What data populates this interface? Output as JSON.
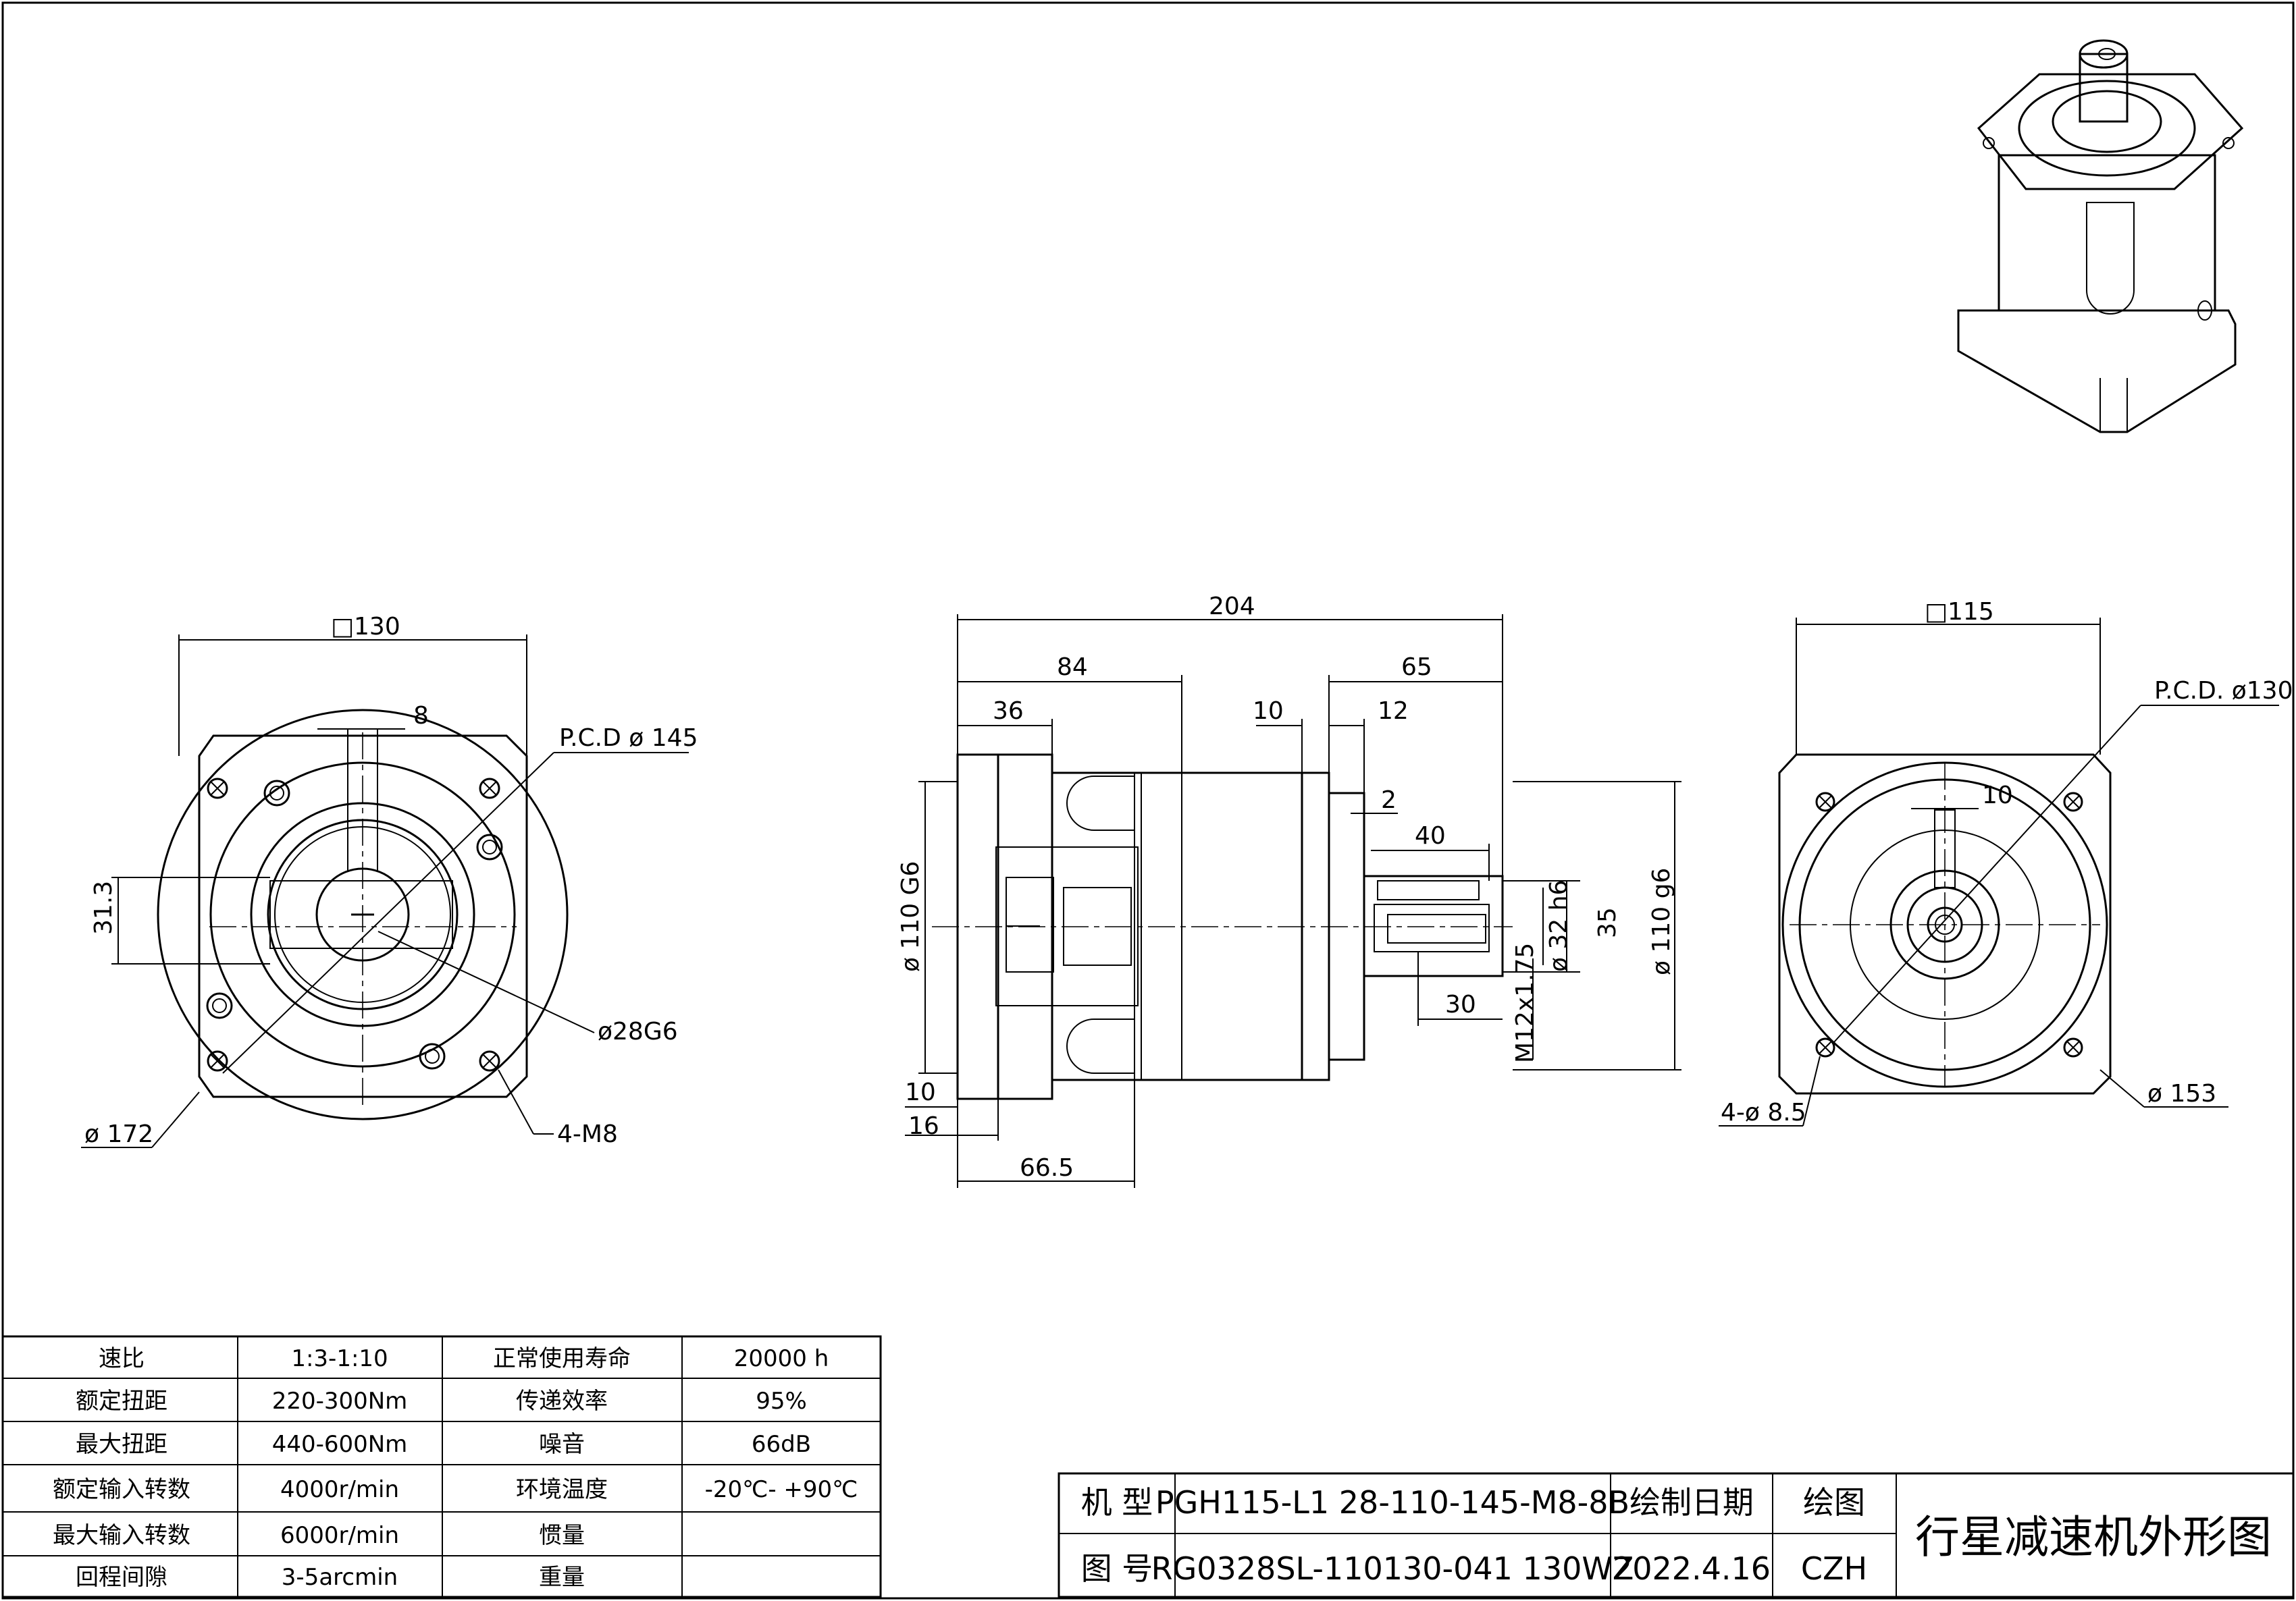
{
  "dimensions": {
    "front": {
      "square": "□130",
      "key_width": "8",
      "pcd": "P.C.D  ø 145",
      "height_313": "31.3",
      "bore": "ø28G6",
      "flange_dia": "ø 172",
      "thread": "4-M8"
    },
    "side": {
      "total_length": "204",
      "len_84": "84",
      "len_65": "65",
      "len_36": "36",
      "len_10": "10",
      "len_12": "12",
      "len_2": "2",
      "len_40": "40",
      "len_30": "30",
      "pilot_dia": "ø 110  G6",
      "shaft_dia": "ø 32 h6",
      "key_height": "35",
      "spigot_dia": "ø 110  g6",
      "thread": "M12x1.75",
      "bottom_10": "10",
      "bottom_16": "16",
      "bottom_665": "66.5"
    },
    "rear": {
      "square": "□115",
      "pcd": "P.C.D.  ø130",
      "key": "10",
      "holes": "4-ø 8.5",
      "dia": "ø 153"
    }
  },
  "specs": {
    "rows": [
      {
        "label": "速比",
        "value": "1:3-1:10",
        "label2": "正常使用寿命",
        "value2": "20000  h"
      },
      {
        "label": "额定扭距",
        "value": "220-300Nm",
        "label2": "传递效率",
        "value2": "95%"
      },
      {
        "label": "最大扭距",
        "value": "440-600Nm",
        "label2": "噪音",
        "value2": "66dB"
      },
      {
        "label": "额定输入转数",
        "value": "4000r/min",
        "label2": "环境温度",
        "value2": "-20℃- +90℃"
      },
      {
        "label": "最大输入转数",
        "value": "6000r/min",
        "label2": "惯量",
        "value2": ""
      },
      {
        "label": "回程间隙",
        "value": "3-5arcmin",
        "label2": "重量",
        "value2": ""
      }
    ]
  },
  "title_block": {
    "model_label": "机  型",
    "model_value": "PGH115-L1  28-110-145-M8-8B",
    "draw_date_label": "绘制日期",
    "drawer_label": "绘图",
    "drawing_no_label": "图  号",
    "drawing_no_value": "RG0328SL-110130-041  130WZ",
    "date_value": "2022.4.16",
    "drawer_value": "CZH",
    "title": "行星减速机外形图"
  }
}
